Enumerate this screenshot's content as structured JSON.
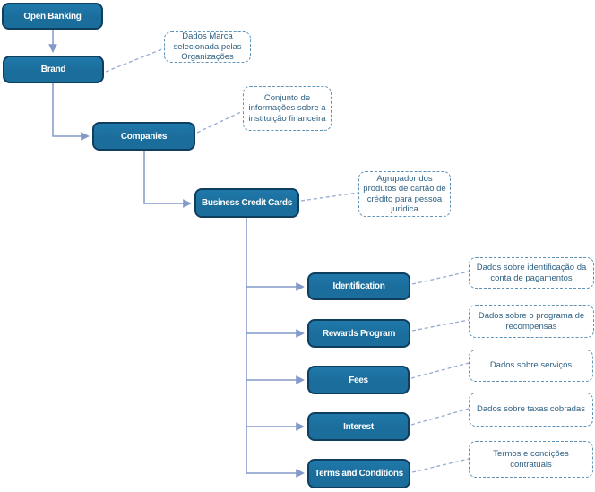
{
  "diagram": {
    "title": "Open Banking Business Credit Cards data hierarchy",
    "nodes": [
      {
        "id": "open-banking",
        "label": "Open Banking"
      },
      {
        "id": "brand",
        "label": "Brand"
      },
      {
        "id": "companies",
        "label": "Companies"
      },
      {
        "id": "business-credit-cards",
        "label": "Business Credit Cards"
      },
      {
        "id": "identification",
        "label": "Identification"
      },
      {
        "id": "rewards-program",
        "label": "Rewards Program"
      },
      {
        "id": "fees",
        "label": "Fees"
      },
      {
        "id": "interest",
        "label": "Interest"
      },
      {
        "id": "terms-and-conditions",
        "label": "Terms and Conditions"
      }
    ],
    "annotations": [
      {
        "for": "brand",
        "text": "Dados Marca selecionada pelas Organizações"
      },
      {
        "for": "companies",
        "text": "Conjunto de informações sobre a instituição financeira"
      },
      {
        "for": "business-credit-cards",
        "text": "Agrupador dos produtos de cartão de crédito para pessoa jurídica"
      },
      {
        "for": "identification",
        "text": "Dados sobre identificação da conta de pagamentos"
      },
      {
        "for": "rewards-program",
        "text": "Dados sobre o programa de recompensas"
      },
      {
        "for": "fees",
        "text": "Dados sobre serviços"
      },
      {
        "for": "interest",
        "text": "Dados sobre taxas cobradas"
      },
      {
        "for": "terms-and-conditions",
        "text": "Termos e condições contratuais"
      }
    ],
    "colors": {
      "node_fill": "#1b6d9b",
      "node_border": "#0f3e5e",
      "node_text": "#ffffff",
      "connector": "#8399ca",
      "note_border": "#5e92b8",
      "note_text": "#2d6083",
      "note_connector": "#97abd0",
      "background": "#ffffff"
    }
  }
}
